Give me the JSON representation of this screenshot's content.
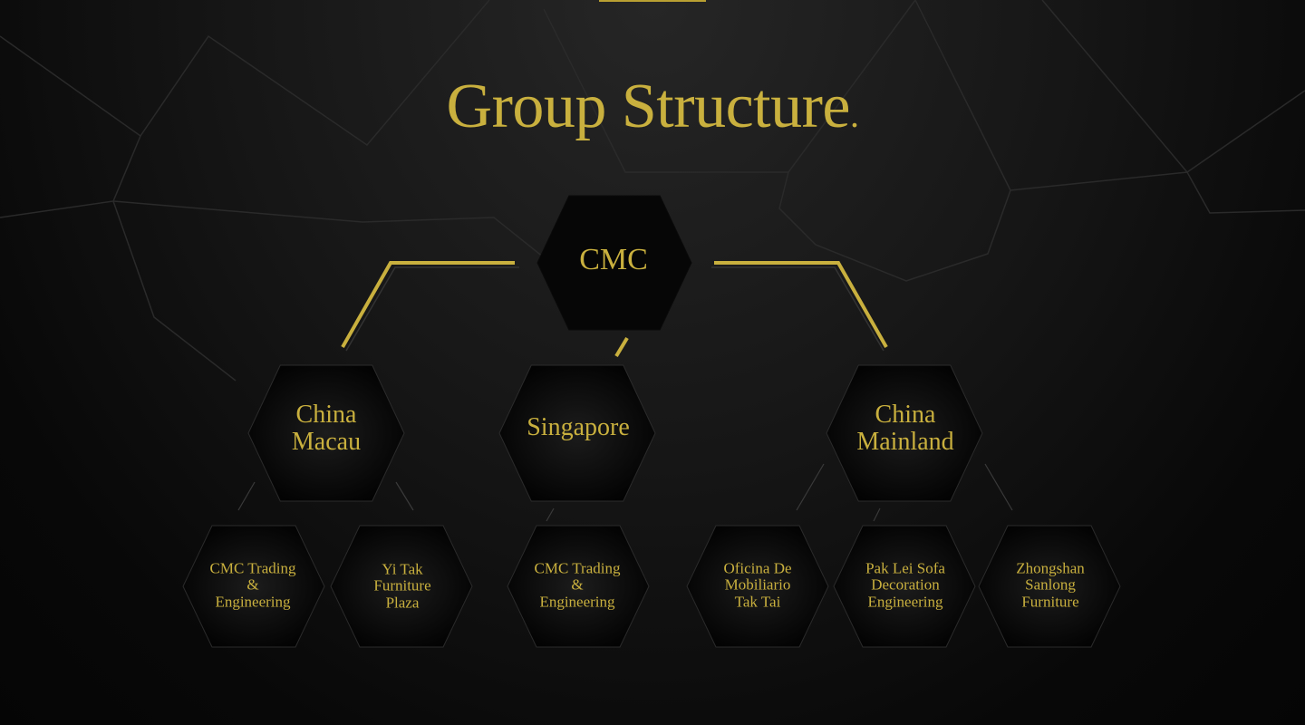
{
  "title": "Group Structure",
  "title_suffix": ".",
  "colors": {
    "gold": "#c9b03e",
    "background": "#111111"
  },
  "root": {
    "label": "CMC"
  },
  "regions": [
    {
      "label": "China\nMacau"
    },
    {
      "label": "Singapore"
    },
    {
      "label": "China\nMainland"
    }
  ],
  "companies": [
    {
      "label": "CMC Trading\n&\nEngineering",
      "region": "China Macau"
    },
    {
      "label": "Yi Tak\nFurniture\nPlaza",
      "region": "China Macau"
    },
    {
      "label": "CMC Trading\n&\nEngineering",
      "region": "Singapore"
    },
    {
      "label": "Oficina De\nMobiliario\nTak Tai",
      "region": "China Mainland"
    },
    {
      "label": "Pak Lei Sofa\nDecoration\nEngineering",
      "region": "China Mainland"
    },
    {
      "label": "Zhongshan\nSanlong\nFurniture",
      "region": "China Mainland"
    }
  ]
}
